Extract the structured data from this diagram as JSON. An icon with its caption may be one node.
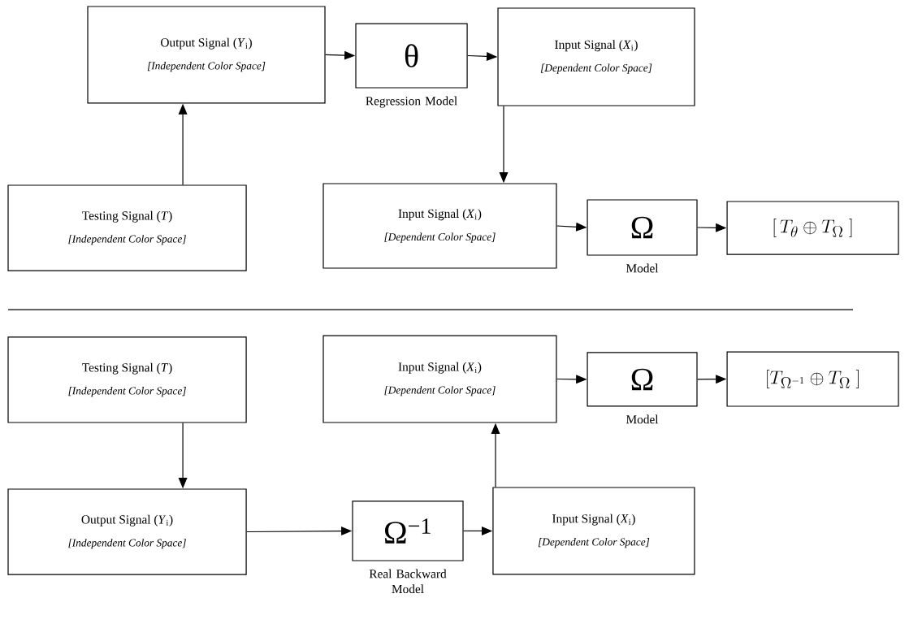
{
  "diagram": {
    "nodes": [
      {
        "text": [
          "Output Signal (*Y*$_{i}$)",
          "[Independent Color Space]"
        ]
      },
      {
        "text": [
          "θ"
        ],
        "beside": [
          "Regression Model"
        ]
      },
      {
        "text": [
          "Input Signal (*X*$_{i}$)",
          "[Dependent Color Space]"
        ]
      },
      {
        "text": [
          "Testing Signal (*T*)",
          "[Independent Color Space]"
        ]
      },
      {
        "text": [
          "Input Signal (*X*$_{i}$)",
          "[Dependent Color Space]"
        ]
      },
      {
        "text": [
          "Ω"
        ],
        "beside": [
          "Model"
        ]
      },
      {
        "text": [
          "\\left[\\, T_{\\theta} \\oplus T_{\\Omega} \\;\\right]"
        ]
      },
      {
        "text": [
          "Testing Signal (*T*)",
          "[Independent Color Space]"
        ]
      },
      {
        "text": [
          "Input Signal (*X*$_{i}$)",
          "[Dependent Color Space]"
        ]
      },
      {
        "text": [
          "Ω"
        ],
        "beside": [
          "Model"
        ]
      },
      {
        "text": [
          "\\left[ T_{\\Omega^{-1}} \\oplus T_{\\Omega} \\;\\right]"
        ]
      },
      {
        "text": [
          "Output Signal (*Y*$_{i}$)",
          "[Independent Color Space]"
        ]
      },
      {
        "text": [
          "Ω$^{−1}$"
        ],
        "beside": [
          "Real Backward Model"
        ]
      },
      {
        "text": [
          "Input Signal (*X*$_{i}$)",
          "[Dependent Color Space]"
        ]
      }
    ],
    "edges": [
      {
        "from": 0,
        "to": 1,
        "arrow": "to"
      },
      {
        "from": 1,
        "to": 2,
        "arrow": "to"
      },
      {
        "from": 3,
        "to": 0,
        "arrow": "to"
      },
      {
        "from": 2,
        "to": 4,
        "arrow": "to"
      },
      {
        "from": 4,
        "to": 5,
        "arrow": "to"
      },
      {
        "from": 5,
        "to": 6,
        "arrow": "to"
      },
      {
        "from": 7,
        "to": 11,
        "arrow": "to"
      },
      {
        "from": 8,
        "to": 9,
        "arrow": "to"
      },
      {
        "from": 9,
        "to": 10,
        "arrow": "to"
      },
      {
        "from": 11,
        "to": 12,
        "arrow": "to"
      },
      {
        "from": 12,
        "to": 13,
        "arrow": "to"
      },
      {
        "from": 13,
        "to": 8,
        "arrow": "to"
      }
    ]
  }
}
